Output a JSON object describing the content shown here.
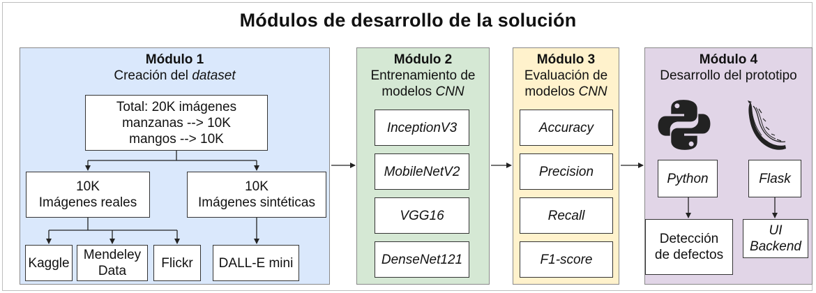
{
  "title": "Módulos de desarrollo de la solución",
  "colors": {
    "module1": "#dae8fc",
    "module2": "#d5e8d4",
    "module3": "#fff2cc",
    "module4": "#e1d5e7"
  },
  "module1": {
    "name": "Módulo 1",
    "subtitle_prefix": "Creación del ",
    "subtitle_italic": "dataset",
    "total": "Total: 20K imágenes\nmanzanas --> 10K\nmangos --> 10K",
    "real": "10K\nImágenes reales",
    "synthetic": "10K\nImágenes sintéticas",
    "sources": [
      "Kaggle",
      "Mendeley\nData",
      "Flickr"
    ],
    "dalle": "DALL-E mini"
  },
  "module2": {
    "name": "Módulo 2",
    "subtitle_line1": "Entrenamiento de",
    "subtitle_prefix": "modelos ",
    "subtitle_italic": "CNN",
    "models": [
      "InceptionV3",
      "MobileNetV2",
      "VGG16",
      "DenseNet121"
    ]
  },
  "module3": {
    "name": "Módulo 3",
    "subtitle_line1": "Evaluación de",
    "subtitle_prefix": "modelos ",
    "subtitle_italic": "CNN",
    "metrics": [
      "Accuracy",
      "Precision",
      "Recall",
      "F1-score"
    ]
  },
  "module4": {
    "name": "Módulo 4",
    "subtitle": "Desarrollo del prototipo",
    "python_icon": "python-logo-icon",
    "flask_icon": "flask-logo-icon",
    "python": "Python",
    "flask": "Flask",
    "defects": "Detección\nde defectos",
    "ui_backend": "UI\nBackend"
  }
}
